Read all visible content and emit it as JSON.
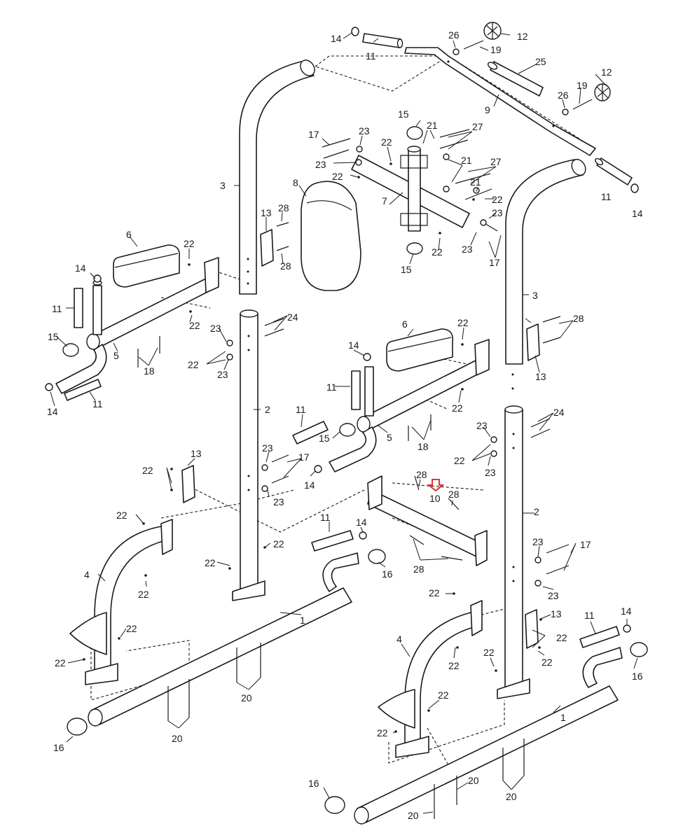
{
  "colors": {
    "line": "#1a1a1a",
    "background": "#ffffff",
    "highlight": "#d61f1f"
  },
  "labels": [
    {
      "id": "l01",
      "text": "14"
    },
    {
      "id": "l02",
      "text": "11"
    },
    {
      "id": "l03",
      "text": "26"
    },
    {
      "id": "l04",
      "text": "12"
    },
    {
      "id": "l05",
      "text": "19"
    },
    {
      "id": "l06",
      "text": "25"
    },
    {
      "id": "l07",
      "text": "12"
    },
    {
      "id": "l08",
      "text": "26"
    },
    {
      "id": "l09",
      "text": "19"
    },
    {
      "id": "l10",
      "text": "9"
    },
    {
      "id": "l11",
      "text": "15"
    },
    {
      "id": "l12",
      "text": "21"
    },
    {
      "id": "l13",
      "text": "27"
    },
    {
      "id": "l14",
      "text": "17"
    },
    {
      "id": "l15",
      "text": "23"
    },
    {
      "id": "l16",
      "text": "22"
    },
    {
      "id": "l17",
      "text": "23"
    },
    {
      "id": "l18",
      "text": "22"
    },
    {
      "id": "l19",
      "text": "21"
    },
    {
      "id": "l20",
      "text": "27"
    },
    {
      "id": "l21",
      "text": "21"
    },
    {
      "id": "l22",
      "text": "22"
    },
    {
      "id": "l23",
      "text": "3"
    },
    {
      "id": "l24",
      "text": "8"
    },
    {
      "id": "l25",
      "text": "7"
    },
    {
      "id": "l26",
      "text": "11"
    },
    {
      "id": "l27",
      "text": "14"
    },
    {
      "id": "l28",
      "text": "23"
    },
    {
      "id": "l29",
      "text": "13"
    },
    {
      "id": "l30",
      "text": "28"
    },
    {
      "id": "l31",
      "text": "6"
    },
    {
      "id": "l32",
      "text": "22"
    },
    {
      "id": "l33",
      "text": "28"
    },
    {
      "id": "l34",
      "text": "22"
    },
    {
      "id": "l35",
      "text": "23"
    },
    {
      "id": "l36",
      "text": "17"
    },
    {
      "id": "l37",
      "text": "15"
    },
    {
      "id": "l38",
      "text": "14"
    },
    {
      "id": "l39",
      "text": "11"
    },
    {
      "id": "l40",
      "text": "22"
    },
    {
      "id": "l41",
      "text": "24"
    },
    {
      "id": "l42",
      "text": "23"
    },
    {
      "id": "l43",
      "text": "22"
    },
    {
      "id": "l44",
      "text": "23"
    },
    {
      "id": "l45",
      "text": "15"
    },
    {
      "id": "l46",
      "text": "5"
    },
    {
      "id": "l47",
      "text": "18"
    },
    {
      "id": "l48",
      "text": "14"
    },
    {
      "id": "l49",
      "text": "11"
    },
    {
      "id": "l50",
      "text": "3"
    },
    {
      "id": "l51",
      "text": "28"
    },
    {
      "id": "l52",
      "text": "6"
    },
    {
      "id": "l53",
      "text": "22"
    },
    {
      "id": "l54",
      "text": "13"
    },
    {
      "id": "l55",
      "text": "14"
    },
    {
      "id": "l56",
      "text": "11"
    },
    {
      "id": "l57",
      "text": "2"
    },
    {
      "id": "l58",
      "text": "22"
    },
    {
      "id": "l59",
      "text": "24"
    },
    {
      "id": "l60",
      "text": "11"
    },
    {
      "id": "l61",
      "text": "15"
    },
    {
      "id": "l62",
      "text": "5"
    },
    {
      "id": "l63",
      "text": "18"
    },
    {
      "id": "l64",
      "text": "23"
    },
    {
      "id": "l65",
      "text": "22"
    },
    {
      "id": "l66",
      "text": "23"
    },
    {
      "id": "l67",
      "text": "13"
    },
    {
      "id": "l68",
      "text": "22"
    },
    {
      "id": "l69",
      "text": "23"
    },
    {
      "id": "l70",
      "text": "17"
    },
    {
      "id": "l71",
      "text": "14"
    },
    {
      "id": "l72",
      "text": "23"
    },
    {
      "id": "l73",
      "text": "28"
    },
    {
      "id": "l74",
      "text": "10"
    },
    {
      "id": "l75",
      "text": "28"
    },
    {
      "id": "l76",
      "text": "2"
    },
    {
      "id": "l77",
      "text": "22"
    },
    {
      "id": "l78",
      "text": "11"
    },
    {
      "id": "l79",
      "text": "14"
    },
    {
      "id": "l80",
      "text": "22"
    },
    {
      "id": "l81",
      "text": "23"
    },
    {
      "id": "l82",
      "text": "17"
    },
    {
      "id": "l83",
      "text": "4"
    },
    {
      "id": "l84",
      "text": "22"
    },
    {
      "id": "l85",
      "text": "16"
    },
    {
      "id": "l86",
      "text": "22"
    },
    {
      "id": "l87",
      "text": "28"
    },
    {
      "id": "l88",
      "text": "22"
    },
    {
      "id": "l89",
      "text": "23"
    },
    {
      "id": "l90",
      "text": "1"
    },
    {
      "id": "l91",
      "text": "22"
    },
    {
      "id": "l92",
      "text": "13"
    },
    {
      "id": "l93",
      "text": "22"
    },
    {
      "id": "l94",
      "text": "11"
    },
    {
      "id": "l95",
      "text": "14"
    },
    {
      "id": "l96",
      "text": "22"
    },
    {
      "id": "l97",
      "text": "20"
    },
    {
      "id": "l98",
      "text": "22"
    },
    {
      "id": "l99",
      "text": "4"
    },
    {
      "id": "l100",
      "text": "22"
    },
    {
      "id": "l101",
      "text": "16"
    },
    {
      "id": "l102",
      "text": "22"
    },
    {
      "id": "l103",
      "text": "20"
    },
    {
      "id": "l104",
      "text": "22"
    },
    {
      "id": "l105",
      "text": "1"
    },
    {
      "id": "l106",
      "text": "16"
    },
    {
      "id": "l107",
      "text": "22"
    },
    {
      "id": "l108",
      "text": "20"
    },
    {
      "id": "l109",
      "text": "20"
    },
    {
      "id": "l110",
      "text": "16"
    },
    {
      "id": "l111",
      "text": "20"
    }
  ]
}
